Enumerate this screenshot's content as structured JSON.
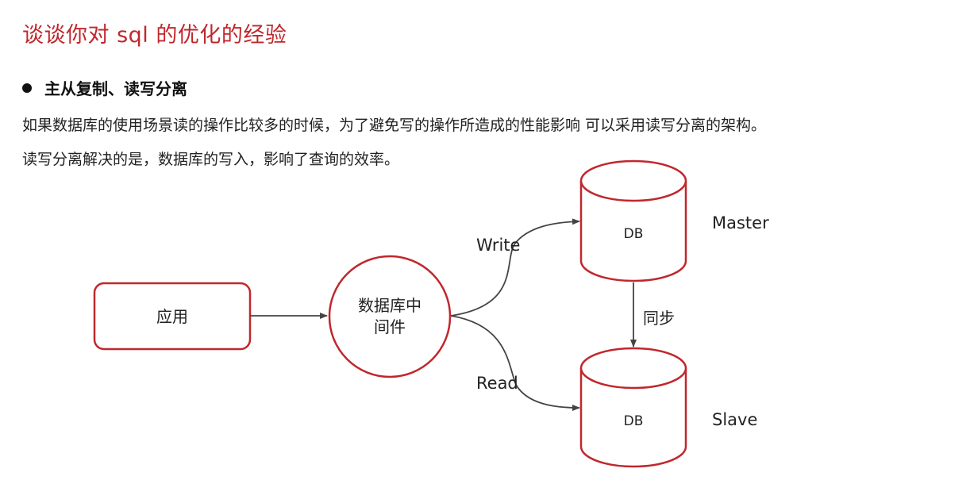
{
  "page": {
    "title": "谈谈你对 sql 的优化的经验",
    "bullet": "主从复制、读写分离",
    "paragraph1": "如果数据库的使用场景读的操作比较多的时候，为了避免写的操作所造成的性能影响 可以采用读写分离的架构。",
    "paragraph2": "读写分离解决的是，数据库的写入，影响了查询的效率。"
  },
  "diagram": {
    "app_label": "应用",
    "middleware_label_line1": "数据库中",
    "middleware_label_line2": "间件",
    "write_label": "Write",
    "read_label": "Read",
    "master_db_label": "DB",
    "slave_db_label": "DB",
    "master_label": "Master",
    "slave_label": "Slave",
    "sync_label": "同步"
  },
  "colors": {
    "accent": "#c0272d",
    "line": "#444444"
  }
}
